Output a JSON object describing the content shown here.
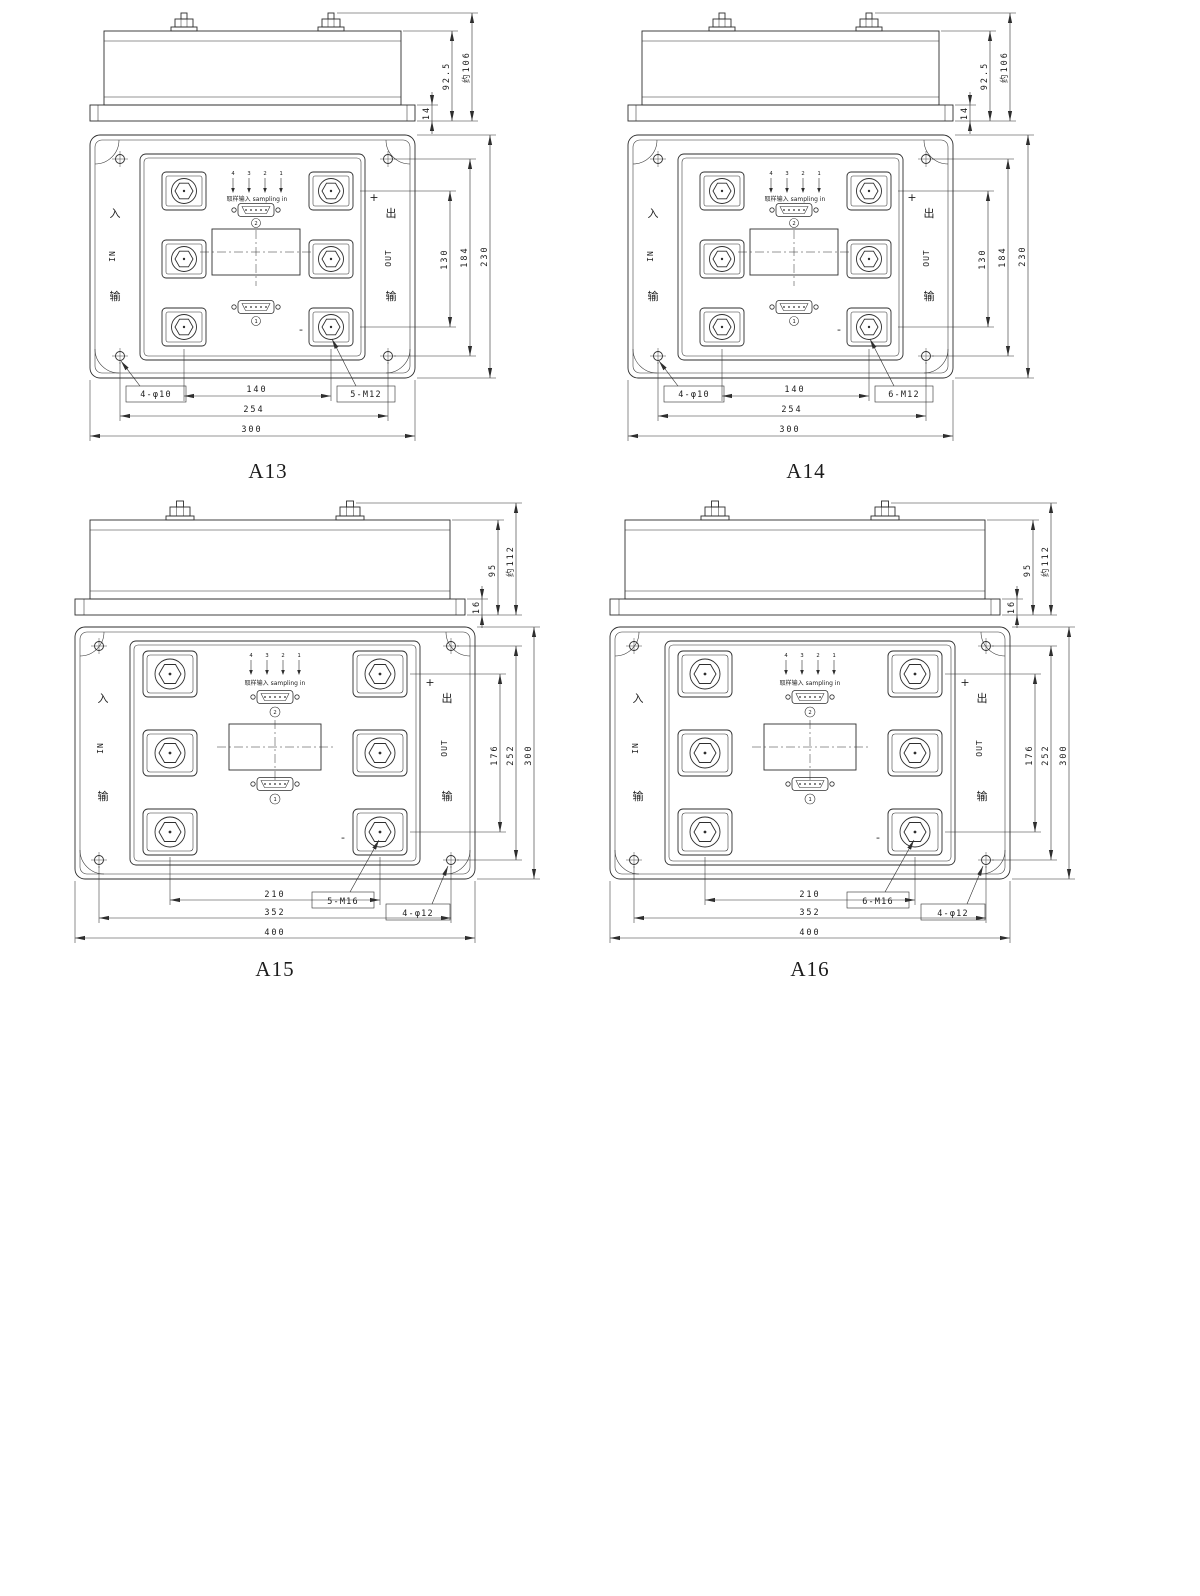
{
  "panels": [
    {
      "label": "A13",
      "side": {
        "d1": "14",
        "d2": "92.5",
        "d3": "约106"
      },
      "plan": {
        "v1": "130",
        "v2": "184",
        "v3": "230",
        "h1": "140",
        "h2": "254",
        "h3": "300"
      },
      "callouts": {
        "holes": "4-φ10",
        "studs": "5-M12"
      }
    },
    {
      "label": "A14",
      "side": {
        "d1": "14",
        "d2": "92.5",
        "d3": "约106"
      },
      "plan": {
        "v1": "130",
        "v2": "184",
        "v3": "230",
        "h1": "140",
        "h2": "254",
        "h3": "300"
      },
      "callouts": {
        "holes": "4-φ10",
        "studs": "6-M12"
      }
    },
    {
      "label": "A15",
      "side": {
        "d1": "16",
        "d2": "95",
        "d3": "约112"
      },
      "plan": {
        "v1": "176",
        "v2": "252",
        "v3": "300",
        "h1": "210",
        "h2": "352",
        "h3": "400"
      },
      "callouts": {
        "holes": "4-φ12",
        "studs": "5-M16"
      }
    },
    {
      "label": "A16",
      "side": {
        "d1": "16",
        "d2": "95",
        "d3": "约112"
      },
      "plan": {
        "v1": "176",
        "v2": "252",
        "v3": "300",
        "h1": "210",
        "h2": "352",
        "h3": "400"
      },
      "callouts": {
        "holes": "4-φ12",
        "studs": "6-M16"
      }
    }
  ],
  "shared": {
    "in_cn_top": "入",
    "in_latin": "IN",
    "in_cn_bottom": "输",
    "out_cn_top": "出",
    "out_latin": "OUT",
    "out_cn_bottom": "输",
    "sampling": "取样输入  sampling in",
    "pins": [
      "4",
      "3",
      "2",
      "1"
    ],
    "marker_top": "2",
    "marker_bottom": "1",
    "plus": "+",
    "minus": "-"
  }
}
